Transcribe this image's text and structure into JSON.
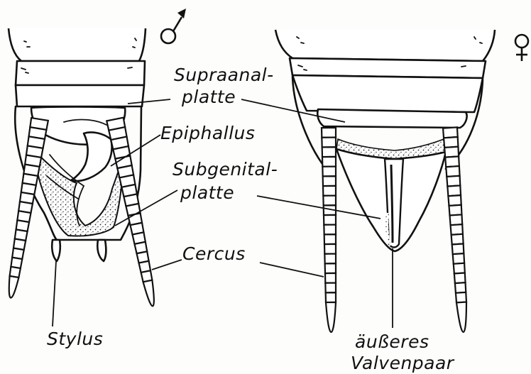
{
  "figure": {
    "male_symbol": "♂",
    "female_symbol": "♀",
    "labels": {
      "supraanalplatte_line1": "Supraanal-",
      "supraanalplatte_line2": "platte",
      "epiphallus": "Epiphallus",
      "subgenitalplatte_line1": "Subgenital-",
      "subgenitalplatte_line2": "platte",
      "cercus": "Cercus",
      "stylus": "Stylus",
      "valvenpaar_line1": "äußeres",
      "valvenpaar_line2": "Valvenpaar"
    }
  }
}
